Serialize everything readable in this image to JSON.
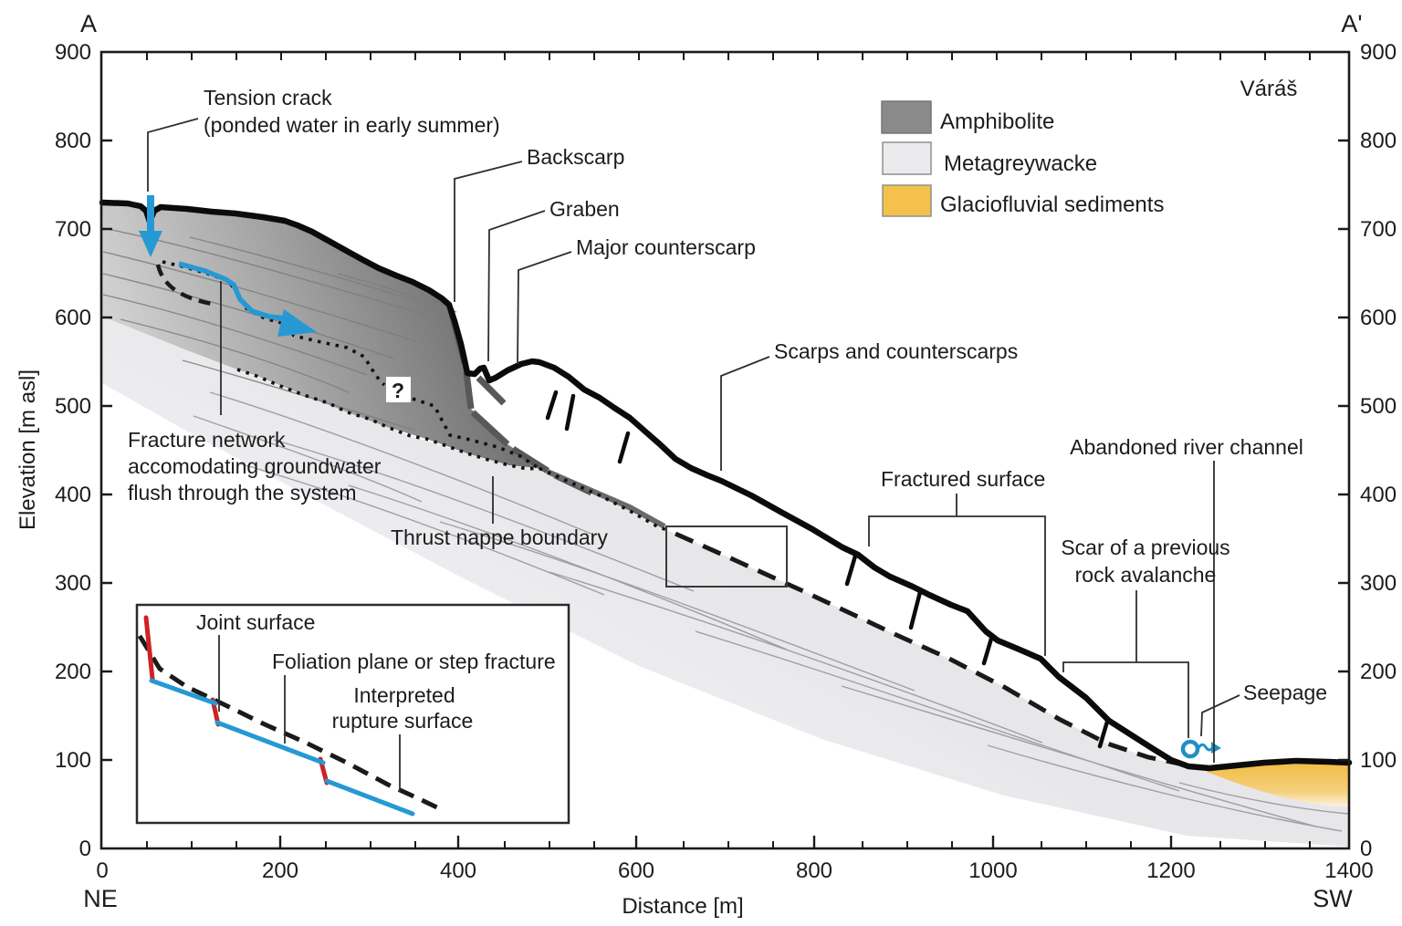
{
  "section": {
    "endpoint_left": "A",
    "endpoint_right": "A'",
    "corner_ne": "NE",
    "corner_sw": "SW",
    "site_label": "Váráš"
  },
  "axes": {
    "y_label": "Elevation [m asl]",
    "x_label": "Distance [m]",
    "y_tick_labels": [
      "900",
      "800",
      "700",
      "600",
      "500",
      "400",
      "300",
      "200",
      "100",
      "0"
    ],
    "x_tick_labels": [
      "0",
      "200",
      "400",
      "600",
      "800",
      "1000",
      "1200",
      "1400"
    ]
  },
  "legend": [
    {
      "label": "Amphibolite",
      "color": "#8a8a8a"
    },
    {
      "label": "Metagreywacke",
      "color": "#ebebed"
    },
    {
      "label": "Glaciofluvial sediments",
      "color": "#f4c24c"
    }
  ],
  "annotations": {
    "tension_crack_line1": "Tension crack",
    "tension_crack_line2": "(ponded water in early summer)",
    "backscarp": "Backscarp",
    "graben": "Graben",
    "major_counterscarp": "Major counterscarp",
    "scarps_counterscarps": "Scarps and counterscarps",
    "fractured_surface": "Fractured surface",
    "abandoned_channel": "Abandoned river channel",
    "scar_line1": "Scar of a previous",
    "scar_line2": "rock avalanche",
    "seepage": "Seepage",
    "thrust_nappe": "Thrust nappe boundary",
    "fracture_net_line1": "Fracture network",
    "fracture_net_line2": "accomodating groundwater",
    "fracture_net_line3": "flush through the system",
    "question_mark": "?"
  },
  "inset": {
    "joint_surface": "Joint surface",
    "foliation_plane": "Foliation plane or step fracture",
    "interpreted_line1": "Interpreted",
    "interpreted_line2": "rupture surface"
  },
  "colors": {
    "water_blue": "#2699d4",
    "joint_red": "#cf2127",
    "amphibolite_dark": "#6e6e6e",
    "metagreywacke": "#e9e9eb",
    "sediment_orange": "#f1bd45"
  }
}
